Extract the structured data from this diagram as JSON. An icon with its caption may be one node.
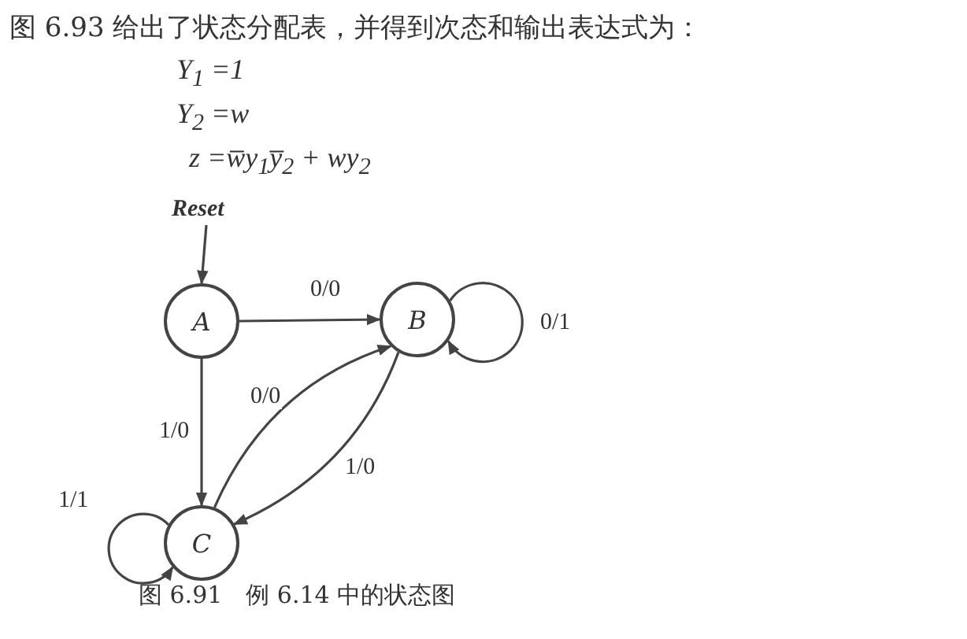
{
  "diagram": {
    "caption": "图 6.91　例 6.14 中的状态图",
    "nodes": [
      {
        "text": [
          "Reset"
        ]
      },
      {
        "text": [
          "A"
        ]
      },
      {
        "text": [
          "B"
        ]
      },
      {
        "text": [
          "C"
        ]
      }
    ],
    "edges": [
      {
        "from": 0,
        "to": 1,
        "arrow": "to"
      },
      {
        "from": 1,
        "to": 2,
        "arrow": "to",
        "label": "0/0"
      },
      {
        "from": 1,
        "to": 3,
        "arrow": "to",
        "label": "1/0"
      },
      {
        "from": 3,
        "to": 2,
        "arrow": "to",
        "label": "0/0"
      },
      {
        "from": 2,
        "to": 3,
        "arrow": "to",
        "label": "1/0"
      },
      {
        "from": 2,
        "to": 2,
        "arrow": "to",
        "label": "0/1"
      },
      {
        "from": 3,
        "to": 3,
        "arrow": "to",
        "label": "1/1"
      }
    ],
    "labels": [
      "图 6.93 给出了状态分配表，并得到次态和输出表达式为：",
      "Y$_{1}$ =1",
      "Y$_{2}$ =w",
      "z =w̅y$_{1}$y̅$_{2}$ + wy$_{2}$"
    ]
  }
}
